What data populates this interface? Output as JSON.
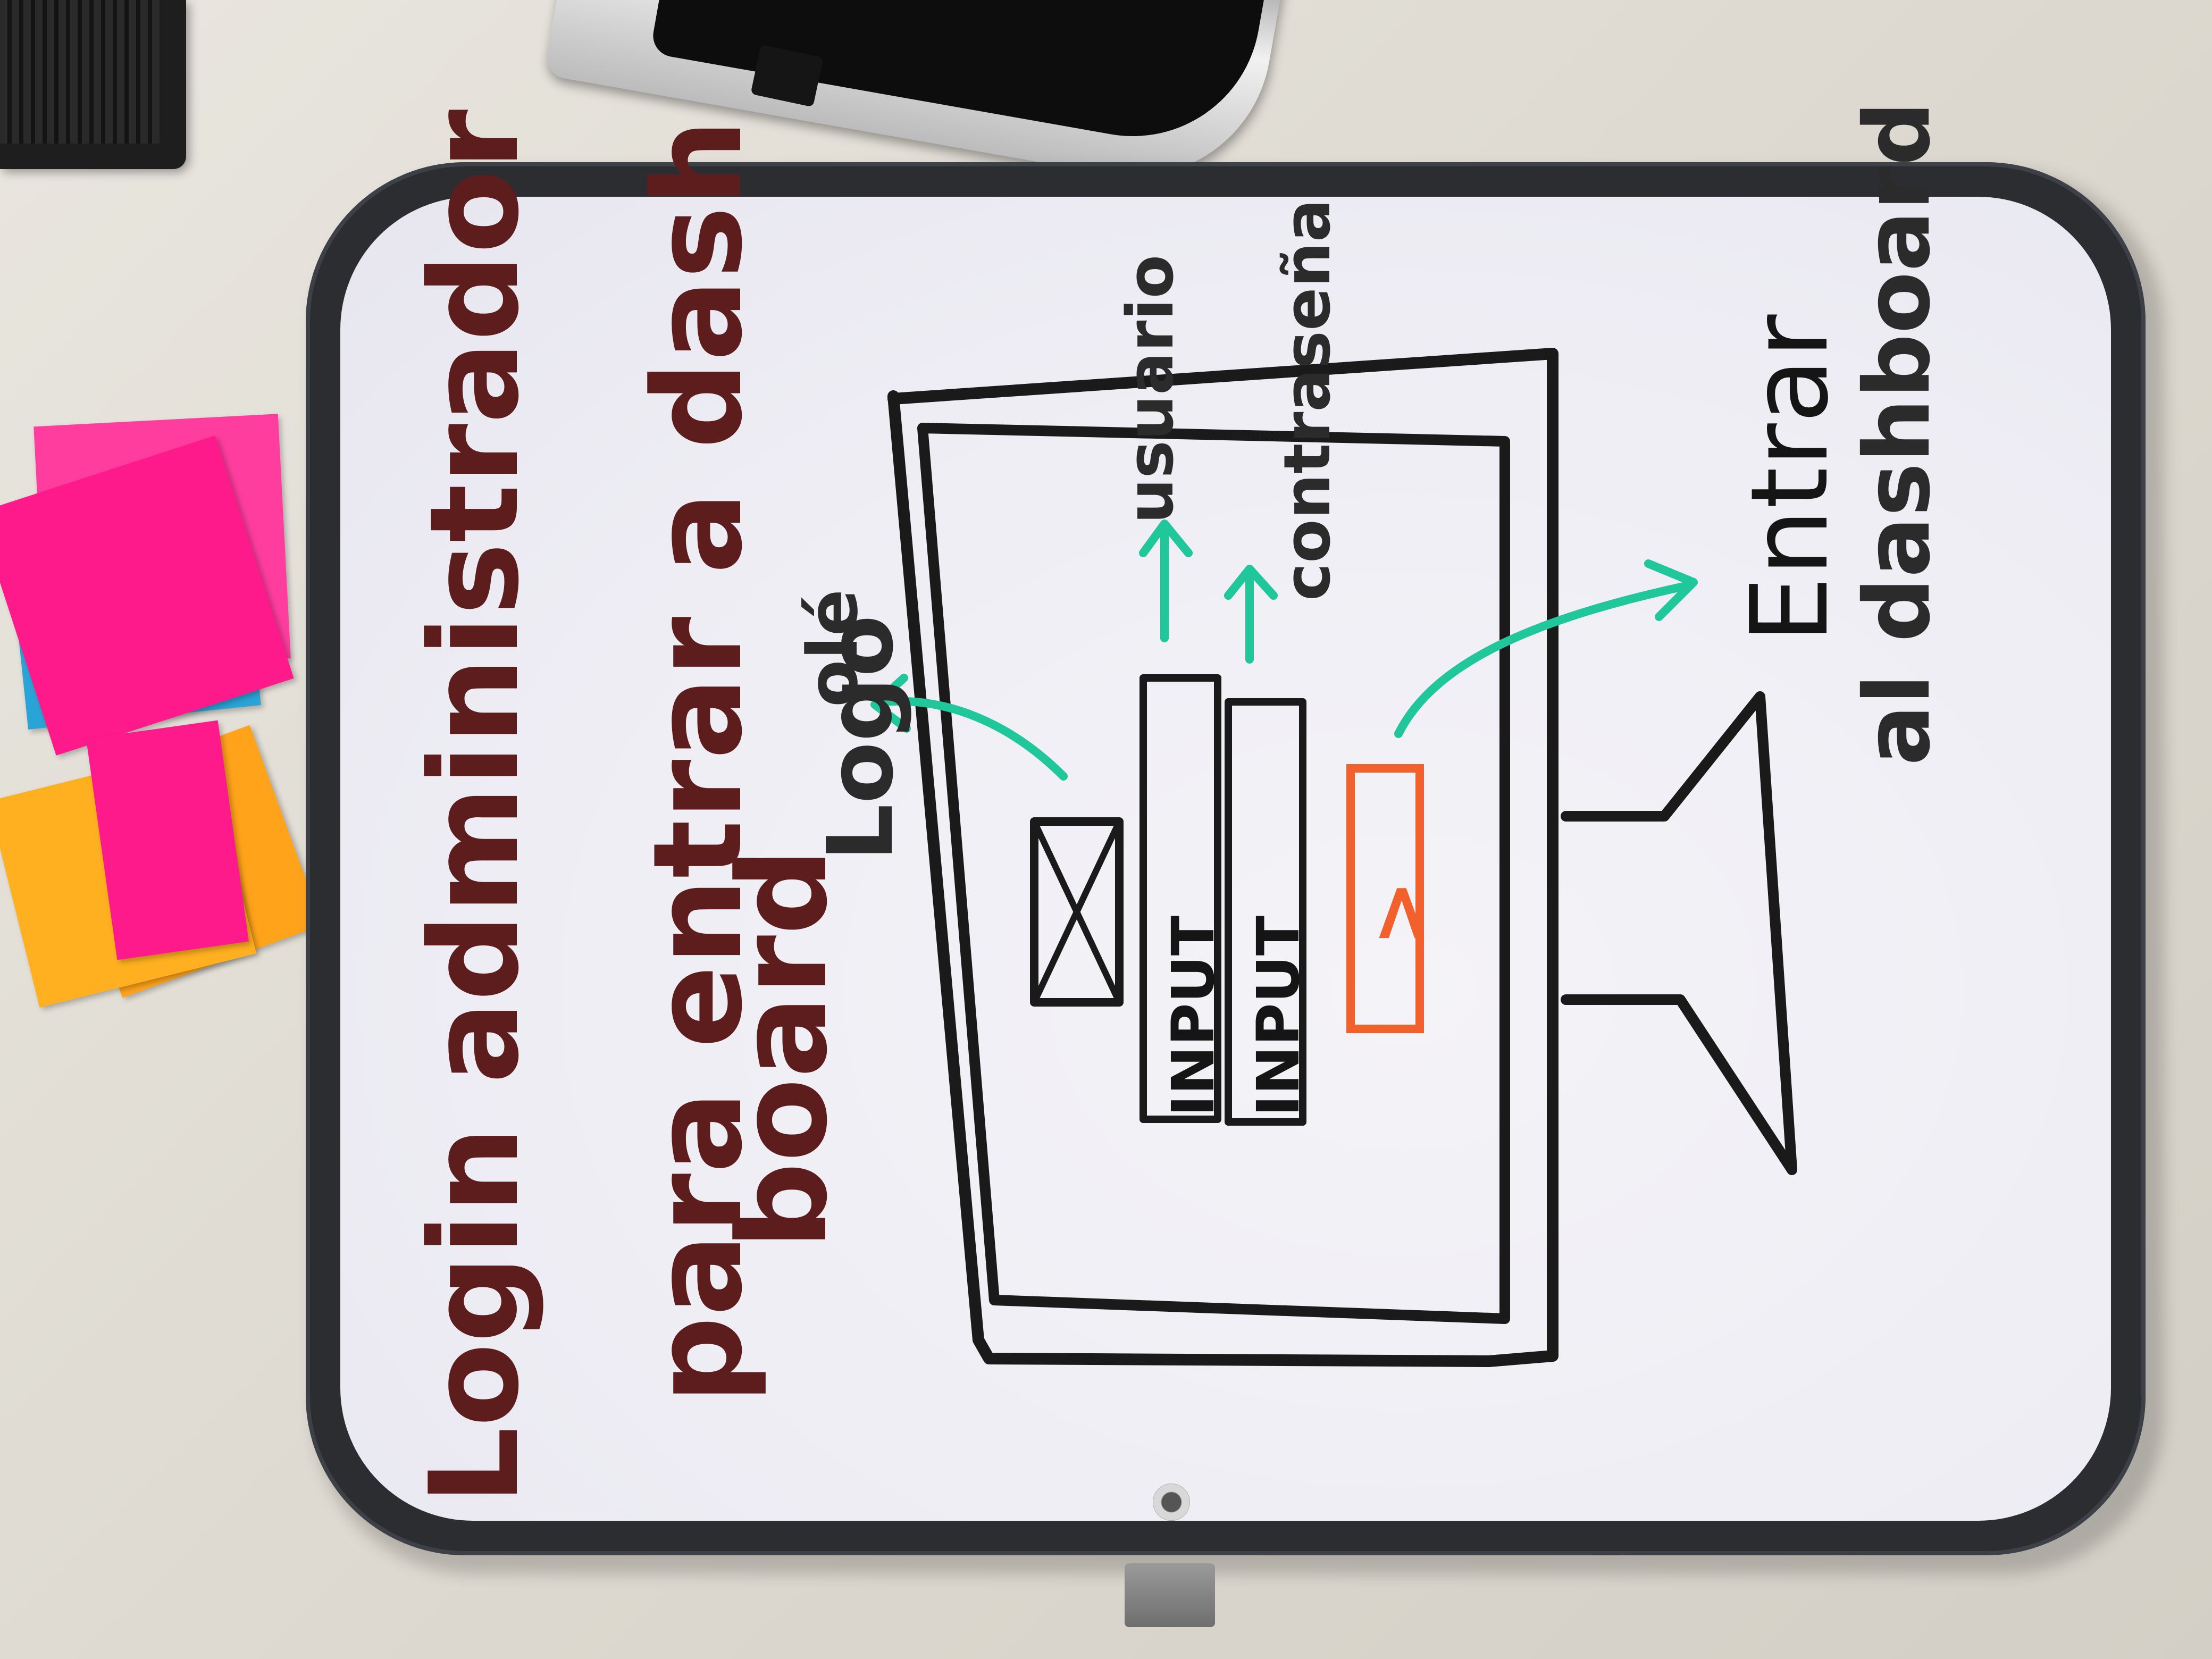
{
  "board": {
    "title_line1": "Login administrador",
    "title_line2": "para entrar a dash",
    "title_line3": "board",
    "logo_label": "Logo",
    "logo_note": "olé",
    "input1": "INPUT",
    "input2": "INPUT",
    "button_symbol": ">",
    "usuario_label": "usuario",
    "contrasena_label": "contraseña",
    "entrar_line1": "Entrar",
    "entrar_line2": "al dashboard"
  },
  "colors": {
    "marker_maroon": "#5e1d1d",
    "marker_black": "#1a1a1a",
    "marker_green": "#1fc79a",
    "marker_orange": "#f2602b",
    "sticky_pink": "#ff1a8c",
    "sticky_orange": "#ffb020",
    "sticky_blue": "#2aa3d6"
  }
}
